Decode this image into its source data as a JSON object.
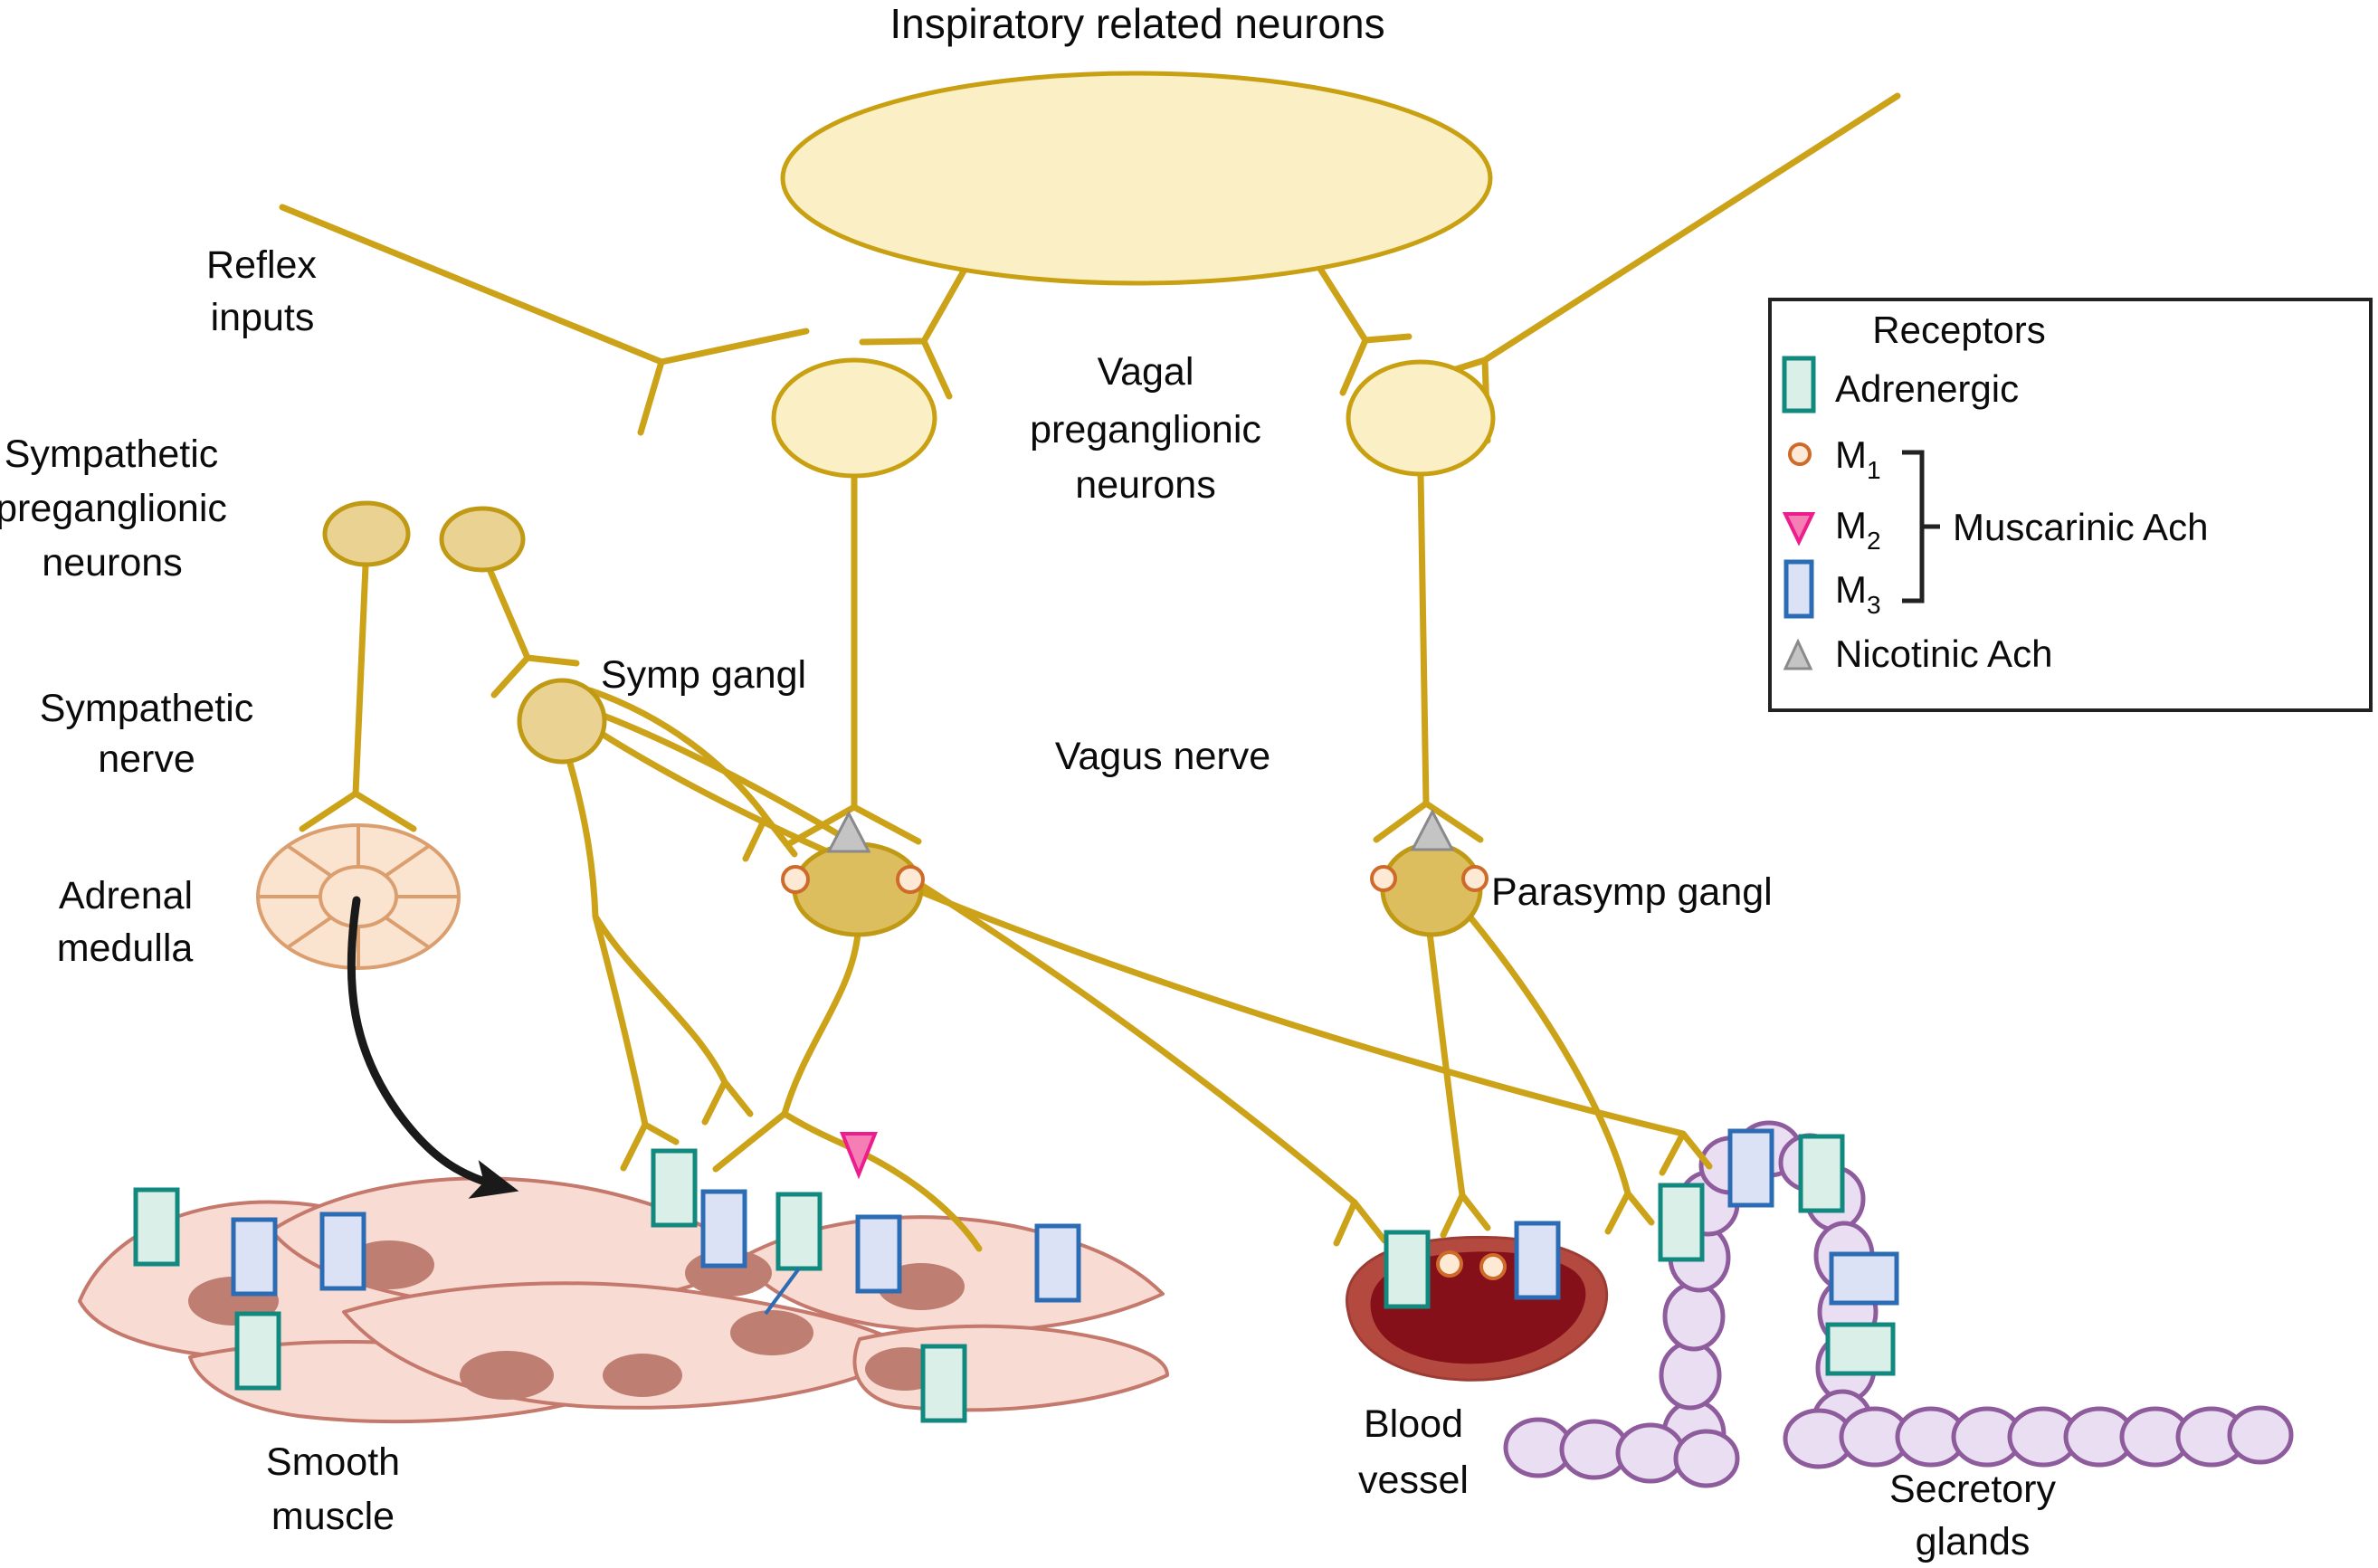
{
  "title": "Inspiratory related neurons",
  "labels": {
    "reflex_inputs": [
      "Reflex",
      "inputs"
    ],
    "sympathetic_preganglionic_neurons": [
      "Sympathetic",
      "preganglionic",
      "neurons"
    ],
    "vagal_preganglionic_neurons": [
      "Vagal",
      "preganglionic",
      "neurons"
    ],
    "sympathetic_nerve": [
      "Sympathetic",
      "nerve"
    ],
    "symp_gangl": "Symp gangl",
    "vagus_nerve": "Vagus nerve",
    "adrenal_medulla": [
      "Adrenal",
      "medulla"
    ],
    "parasymp_gangl": "Parasymp gangl",
    "smooth_muscle": [
      "Smooth",
      "muscle"
    ],
    "blood_vessel": [
      "Blood",
      "vessel"
    ],
    "secretory_glands": [
      "Secretory",
      "glands"
    ]
  },
  "legend": {
    "title": "Receptors",
    "items": [
      {
        "symbol": "adrenergic-rect",
        "label": "Adrenergic",
        "sub": ""
      },
      {
        "symbol": "m1-circle",
        "label": "M",
        "sub": "1"
      },
      {
        "symbol": "m2-triangle-down",
        "label": "M",
        "sub": "2"
      },
      {
        "symbol": "m3-rect",
        "label": "M",
        "sub": "3"
      },
      {
        "symbol": "nicotinic-triangle-up",
        "label": "Nicotinic Ach",
        "sub": ""
      }
    ],
    "bracket_label": "Muscarinic Ach"
  },
  "tissues": {
    "smooth_muscle_receptors": [
      "adrenergic",
      "M3",
      "adrenergic",
      "M3",
      "adrenergic",
      "M3",
      "adrenergic",
      "M3",
      "M3",
      "adrenergic"
    ],
    "blood_vessel_receptors": [
      "adrenergic",
      "M1",
      "M1",
      "M3"
    ],
    "secretory_glands_receptors": [
      "adrenergic",
      "M3",
      "adrenergic",
      "M3",
      "adrenergic"
    ],
    "ganglion_receptors": [
      "nicotinic",
      "M1",
      "M1"
    ]
  },
  "colors": {
    "nerve_gold": "#CCA318",
    "neuron_fill_light": "#FBEFC6",
    "neuron_fill_tan": "#EAD392",
    "ganglion_fill": "#DDBE5F",
    "adrenal_fill": "#FBE4CF",
    "adrenal_stroke": "#DB9E6F",
    "smooth_muscle_fill": "#F8DCD3",
    "smooth_muscle_stroke": "#C5796C",
    "nucleus_fill": "#BE7E72",
    "blood_vessel_outer": "#B3493F",
    "blood_vessel_inner": "#851019",
    "gland_fill": "#EADFF2",
    "gland_stroke": "#8E5C9C",
    "adrenergic_fill": "#D9EFE8",
    "adrenergic_stroke": "#12897E",
    "m1_fill": "#FDE9D4",
    "m1_stroke": "#CE6A2A",
    "m2_fill": "#F57FB4",
    "m2_stroke": "#EC1E8E",
    "m3_fill": "#DCE2F6",
    "m3_stroke": "#2C6CB5",
    "nicotinic_fill": "#C4C4C4",
    "nicotinic_stroke": "#8A8A8A",
    "arrow_black": "#1A1A1A"
  }
}
